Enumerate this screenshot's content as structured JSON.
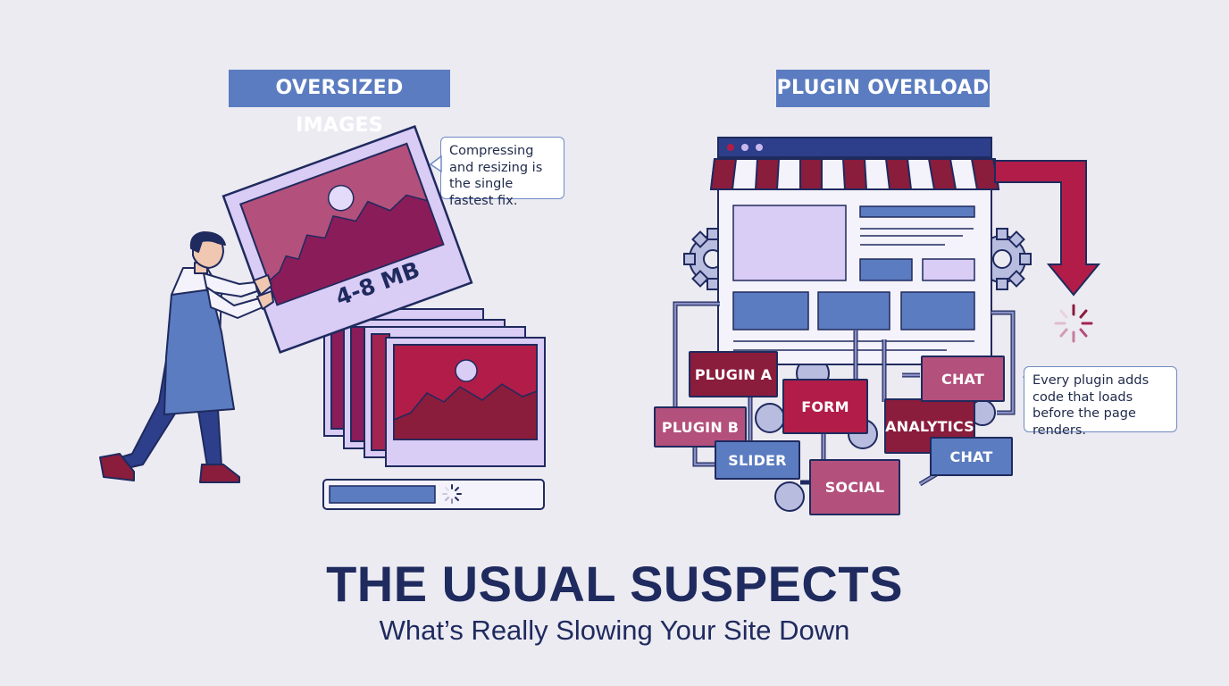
{
  "left_panel": {
    "label": "OVERSIZED IMAGES",
    "callout": "Compressing and resizing is the single fastest fix.",
    "image_size": "4-8 MB"
  },
  "right_panel": {
    "label": "PLUGIN OVERLOAD",
    "callout": "Every plugin adds code that loads before the page renders.",
    "plugins": {
      "plugin_a": "PLUGIN A",
      "plugin_b": "PLUGIN B",
      "form": "FORM",
      "analytics": "ANALYTICS",
      "chat_top": "CHAT",
      "chat_bottom": "CHAT",
      "slider": "SLIDER",
      "social": "SOCIAL"
    }
  },
  "footer": {
    "title": "THE USUAL SUSPECTS",
    "subtitle": "What’s Really Slowing Your Site Down"
  },
  "colors": {
    "navy": "#1f2a5e",
    "blue": "#5b7cc0",
    "lavender": "#c9b8ee",
    "magenta": "#8a1c5a",
    "crimson": "#b11d48",
    "background": "#ecebf2"
  }
}
